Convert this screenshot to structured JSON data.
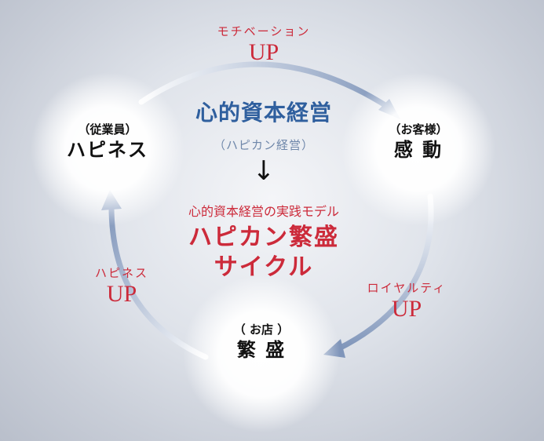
{
  "center": {
    "title": "心的資本経営",
    "subtitle": "（ハピカン経営）",
    "arrow": "↓",
    "model_label": "心的資本経営の実践モデル",
    "cycle_line1": "ハピカン繁盛",
    "cycle_line2": "サイクル"
  },
  "nodes": {
    "employees": {
      "sub": "（従業員）",
      "main": "ハピネス"
    },
    "customers": {
      "sub": "（お客様）",
      "main": "感 動"
    },
    "store": {
      "sub": "（ お店 ）",
      "main": "繁 盛"
    }
  },
  "labels": {
    "motivation": {
      "text": "モチベーション",
      "up": "UP"
    },
    "loyalty": {
      "text": "ロイヤルティ",
      "up": "UP"
    },
    "happiness": {
      "text": "ハピネス",
      "up": "UP"
    }
  },
  "colors": {
    "accent_red": "#cc2a3a",
    "accent_blue": "#2f5f9e",
    "arrow_blue": "#8fa3c4"
  }
}
